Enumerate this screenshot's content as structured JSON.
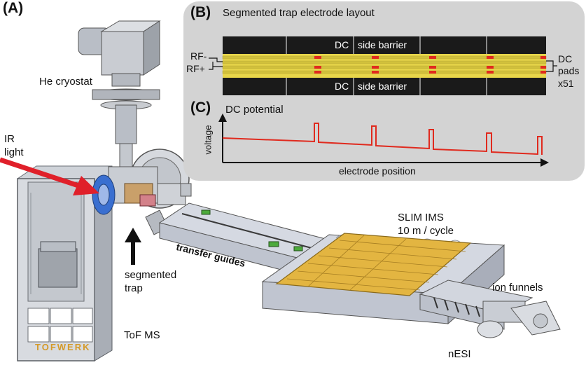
{
  "panels": {
    "a": "(A)",
    "b": "(B)",
    "c": "(C)"
  },
  "panel_b": {
    "title": "Segmented trap electrode layout",
    "barrier_top": {
      "dc": "DC",
      "side": "side barrier"
    },
    "barrier_bottom": {
      "dc": "DC",
      "side": "side barrier"
    },
    "rf_minus": "RF-",
    "rf_plus": "RF+",
    "dc_pads": [
      "DC",
      "pads",
      "x51"
    ]
  },
  "panel_c": {
    "title": "DC potential",
    "ylabel": "voltage",
    "xlabel": "electrode position"
  },
  "instrument": {
    "he_cryostat": "He cryostat",
    "ir_light": [
      "IR",
      "light"
    ],
    "segmented_trap": [
      "segmented",
      "trap"
    ],
    "transfer_guides": "transfer guides",
    "slim_ims": [
      "SLIM IMS",
      "10 m / cycle"
    ],
    "ion_funnels": "ion funnels",
    "tof_ms": "ToF MS",
    "nesi": "nESI",
    "tofwerk_logo": "TOFWERK"
  },
  "colors": {
    "panel_bg": "#d3d3d3",
    "electrode_yellow": "#e8d64a",
    "electrode_bar": "#1a1a1a",
    "pad_red": "#e02a1e",
    "potential_line": "#e02a1e",
    "ir_arrow": "#e0202a",
    "steel": "#b7bcc4",
    "slim_board": "#e3b541",
    "cryostat_blue": "#3a6fd0"
  }
}
